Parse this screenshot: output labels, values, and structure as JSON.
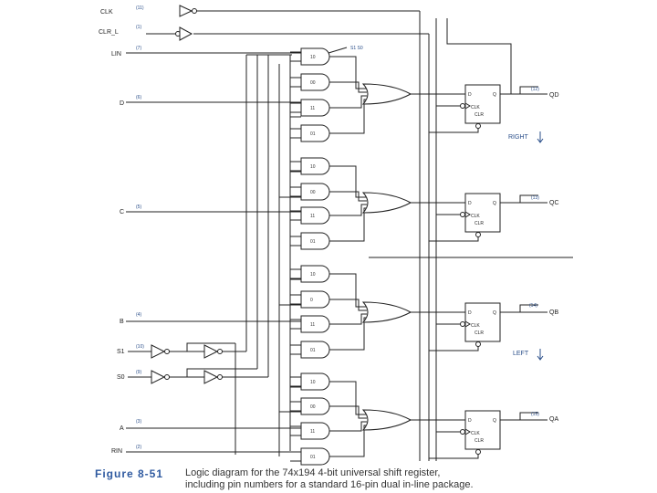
{
  "signals": {
    "clk": "CLK",
    "clr_l": "CLR_L",
    "lin": "LIN",
    "d": "D",
    "c": "C",
    "b": "B",
    "a": "A",
    "rin": "RIN",
    "s1": "S1",
    "s0": "S0"
  },
  "pins": {
    "clk": "(11)",
    "clr_l": "(1)",
    "lin": "(7)",
    "d": "(6)",
    "c": "(5)",
    "b": "(4)",
    "a": "(3)",
    "rin": "(2)",
    "s1": "(10)",
    "s0": "(9)",
    "qd": "(12)",
    "qc": "(13)",
    "qb": "(14)",
    "qa": "(15)"
  },
  "outputs": {
    "qd": "QD",
    "qc": "QC",
    "qb": "QB",
    "qa": "QA"
  },
  "gate_codes": [
    "10",
    "00",
    "11",
    "01",
    "10",
    "00",
    "11",
    "01",
    "10",
    "0",
    "11",
    "01",
    "10",
    "00",
    "11",
    "01"
  ],
  "select_label": "S1 S0",
  "ff": {
    "d": "D",
    "q": "Q",
    "clk": "CLK",
    "clr": "CLR"
  },
  "shift_right": "RIGHT",
  "shift_left": "LEFT",
  "caption": {
    "label": "Figure 8-51",
    "text": "Logic diagram for the 74x194 4-bit universal shift register,\nincluding pin numbers for a standard 16-pin dual in-line package."
  }
}
